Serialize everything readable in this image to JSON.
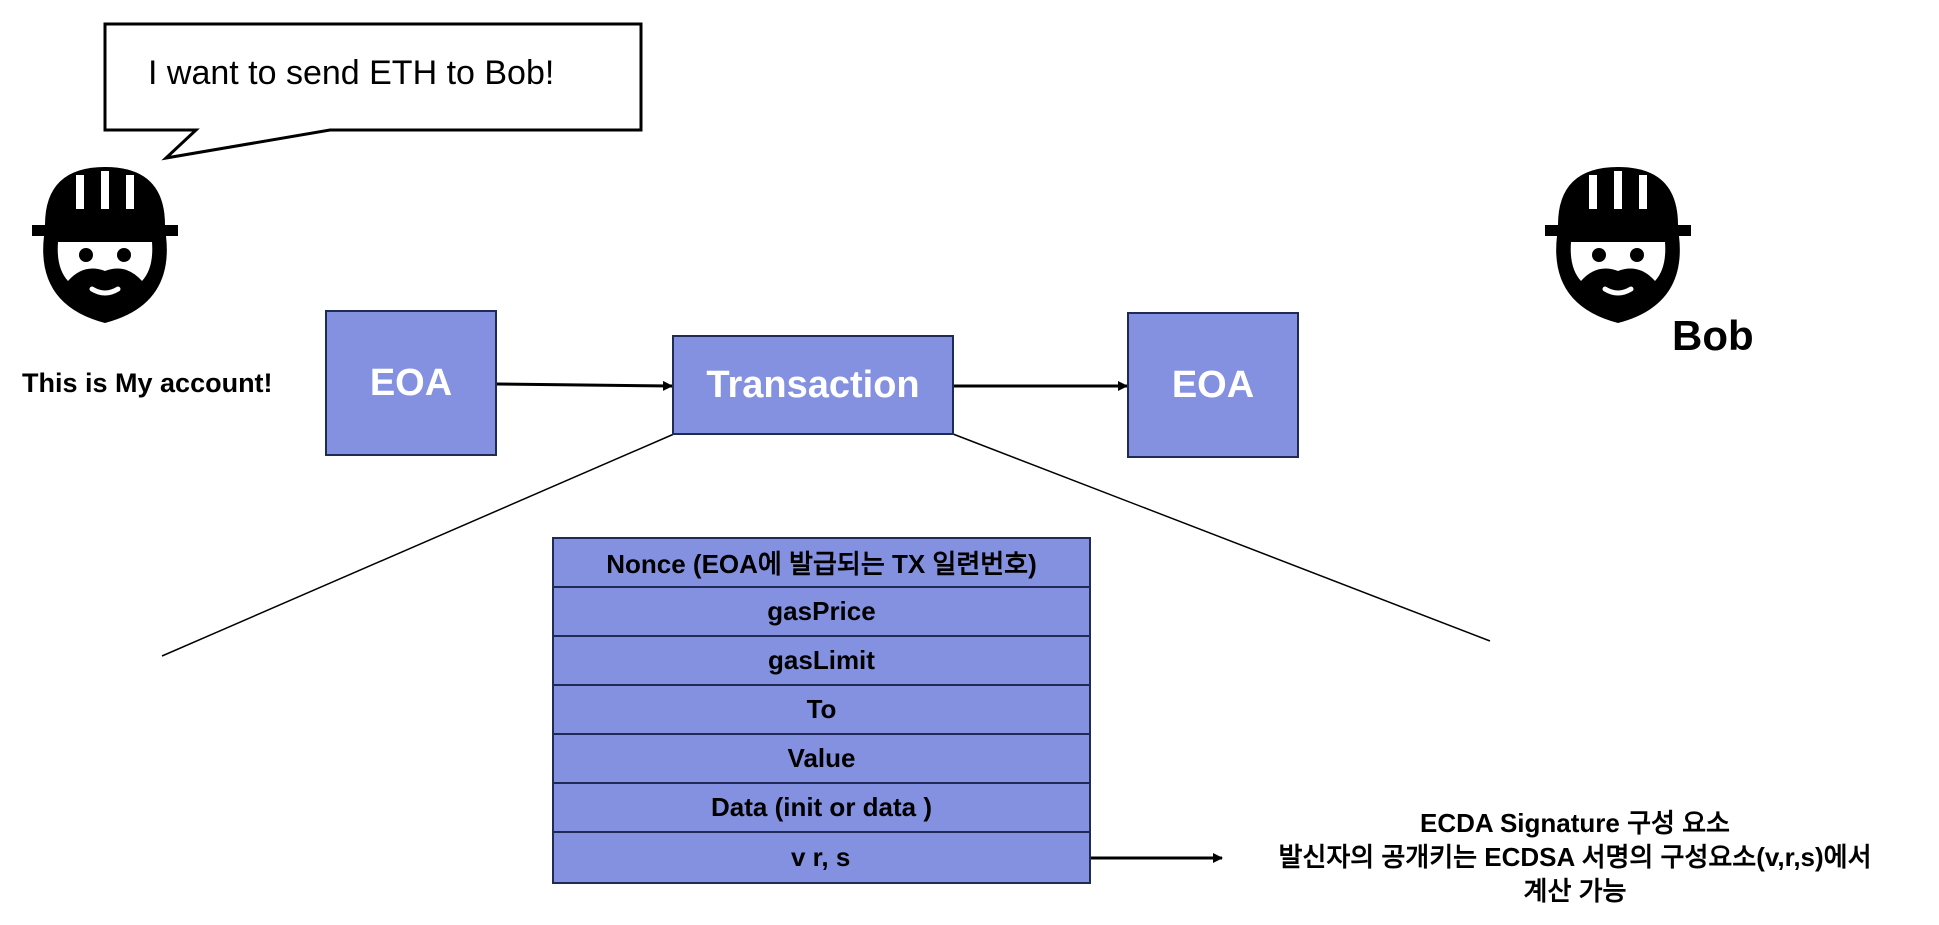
{
  "speech_bubble": {
    "text": "I want to send ETH to Bob!"
  },
  "sender_label": "This is My account!",
  "receiver_label": "Bob",
  "sender_eoa": "EOA",
  "transaction": "Transaction",
  "receiver_eoa": "EOA",
  "tx_fields": [
    "Nonce (EOA에 발급되는 TX 일련번호)",
    "gasPrice",
    "gasLimit",
    "To",
    "Value",
    "Data (init or data )",
    "v r, s"
  ],
  "signature_note": {
    "line1": "ECDA Signature 구성 요소",
    "line2": "발신자의 공개키는 ECDSA 서명의 구성요소(v,r,s)에서",
    "line3": "계산 가능"
  },
  "colors": {
    "box_fill": "#8391e0",
    "box_border": "#1f2a55"
  },
  "icons": {
    "sender": "worker-helmet-icon",
    "receiver": "worker-helmet-icon"
  }
}
